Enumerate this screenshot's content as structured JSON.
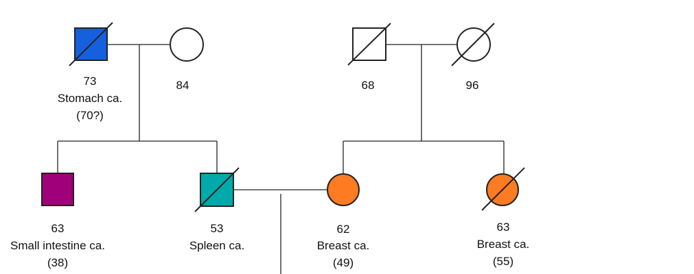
{
  "colors": {
    "stomach": "#1560DC",
    "small_intestine": "#A0007A",
    "spleen": "#00AAAA",
    "breast": "#FF7B22",
    "unaffected": "#FFFFFF"
  },
  "individuals": [
    {
      "id": "gf-paternal",
      "sex": "male",
      "deceased": true,
      "color_key": "stomach",
      "age": "73",
      "diagnosis": "Stomach ca.",
      "onset": "(70?)"
    },
    {
      "id": "gm-paternal",
      "sex": "female",
      "deceased": false,
      "color_key": "unaffected",
      "age": "84",
      "diagnosis": "",
      "onset": ""
    },
    {
      "id": "gf-maternal",
      "sex": "male",
      "deceased": true,
      "color_key": "unaffected",
      "age": "68",
      "diagnosis": "",
      "onset": ""
    },
    {
      "id": "gm-maternal",
      "sex": "female",
      "deceased": true,
      "color_key": "unaffected",
      "age": "96",
      "diagnosis": "",
      "onset": ""
    },
    {
      "id": "uncle",
      "sex": "male",
      "deceased": false,
      "color_key": "small_intestine",
      "age": "63",
      "diagnosis": "Small intestine ca.",
      "onset": "(38)"
    },
    {
      "id": "father",
      "sex": "male",
      "deceased": true,
      "color_key": "spleen",
      "age": "53",
      "diagnosis": "Spleen ca.",
      "onset": ""
    },
    {
      "id": "mother",
      "sex": "female",
      "deceased": false,
      "color_key": "breast",
      "age": "62",
      "diagnosis": "Breast ca.",
      "onset": "(49)"
    },
    {
      "id": "aunt",
      "sex": "female",
      "deceased": true,
      "color_key": "breast",
      "age": "63",
      "diagnosis": "Breast ca.",
      "onset": "(55)"
    }
  ]
}
